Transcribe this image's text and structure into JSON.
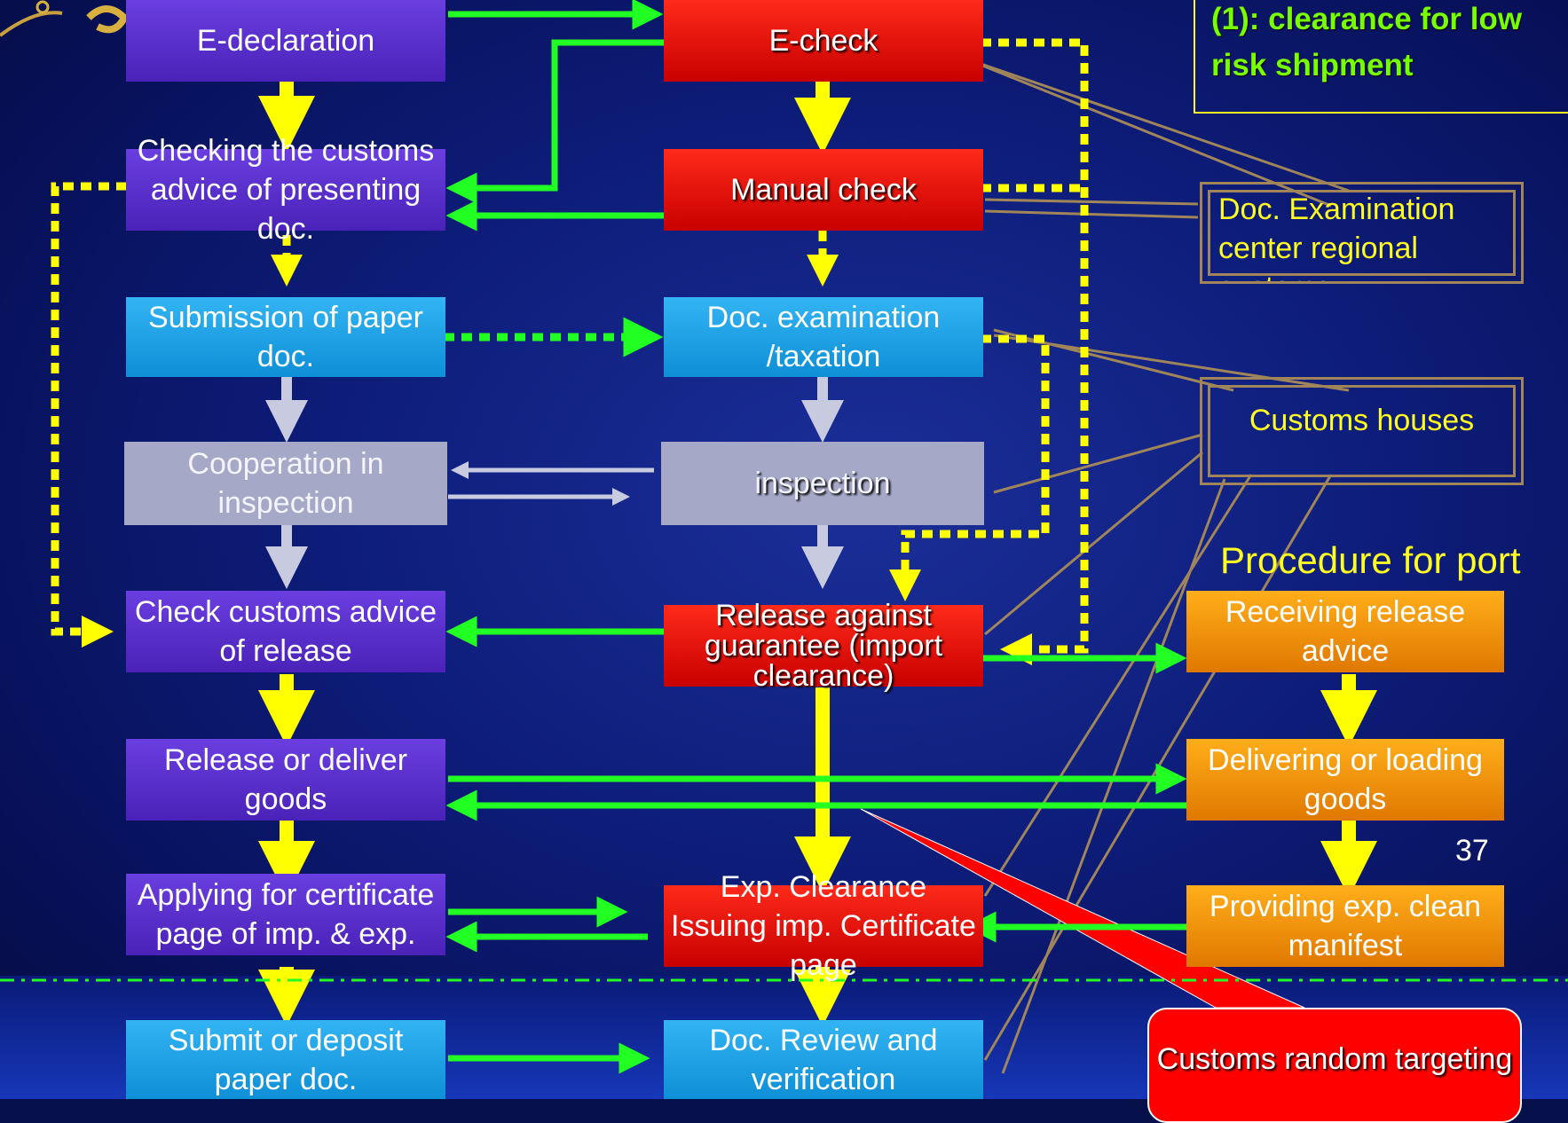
{
  "left_column": {
    "e_declaration": "E-declaration",
    "checking_customs_advice": "Checking the customs advice of presenting doc.",
    "submission_paper": "Submission of paper doc.",
    "cooperation_inspection": "Cooperation in inspection",
    "check_release_advice": "Check customs advice of release",
    "release_deliver": "Release or deliver goods",
    "applying_certificate": "Applying for certificate page of imp. & exp.",
    "submit_deposit": "Submit or deposit paper doc."
  },
  "middle_column": {
    "e_check": "E-check",
    "manual_check": "Manual check",
    "doc_examination": "Doc. examination /taxation",
    "inspection": "inspection",
    "release_guarantee": "Release against guarantee (import clearance)",
    "exp_clearance": "Exp. Clearance Issuing imp. Certificate page",
    "doc_review": "Doc. Review and verification"
  },
  "right_column": {
    "receiving_release": "Receiving release advice",
    "delivering_loading": "Delivering or loading goods",
    "providing_manifest": "Providing exp. clean manifest"
  },
  "annotations": {
    "note_line1": "(1): clearance for low",
    "note_line2": "risk shipment",
    "doc_exam_center": "Doc. Examination center regional customs",
    "customs_houses": "Customs houses",
    "procedure_port": "Procedure for port",
    "customs_random": "Customs random targeting",
    "page_number": "37"
  },
  "colors": {
    "purple": "#5a30d0",
    "red": "#e00000",
    "blue": "#1fa3e6",
    "gray": "#a6a8c8",
    "orange": "#f28e00",
    "yellow_arrow": "#ffff00",
    "green_arrow": "#22ff22",
    "brown_line": "#a0855a"
  }
}
